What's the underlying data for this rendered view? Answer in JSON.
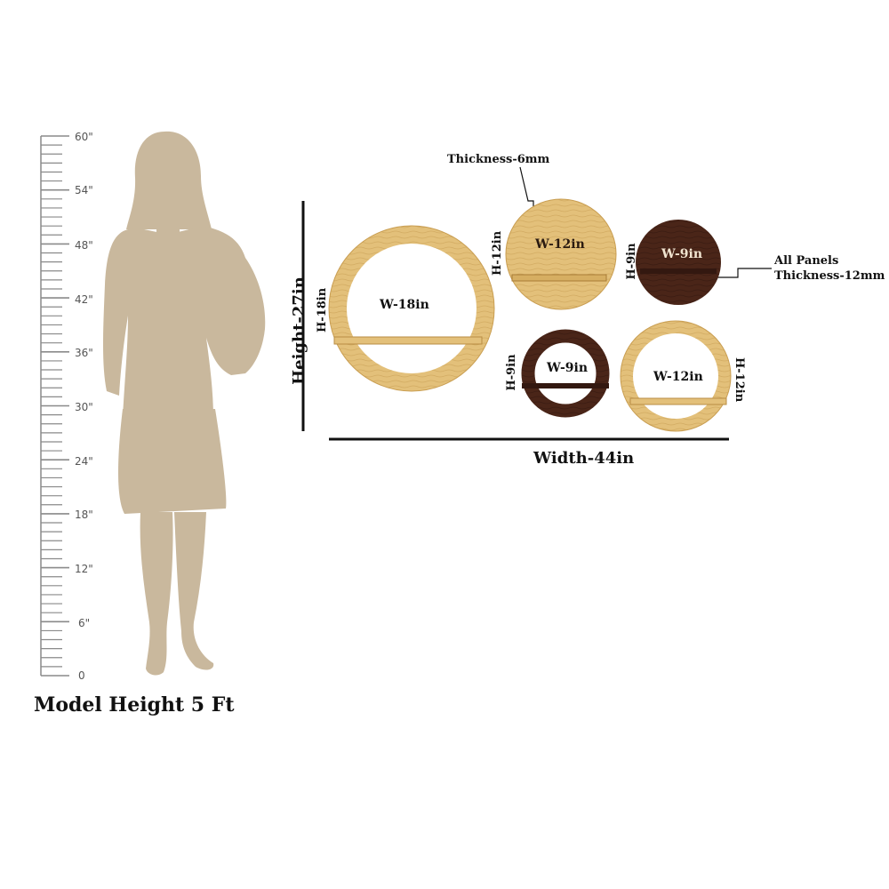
{
  "height_scale": {
    "unit_mark": "″",
    "labels": [
      "60\"",
      "54\"",
      "48\"",
      "42\"",
      "36\"",
      "30\"",
      "24\"",
      "18\"",
      "12\"",
      "6\"",
      "0"
    ]
  },
  "model": {
    "caption": "Model Height 5 Ft"
  },
  "overall": {
    "height_label": "Height-27in",
    "width_label": "Width-44in"
  },
  "panels": [
    {
      "name": "large-ring",
      "finish": "light oak",
      "width_label": "W-18in",
      "height_label": "H-18in"
    },
    {
      "name": "disc-12",
      "finish": "light oak",
      "width_label": "W-12in",
      "height_label": "H-12in"
    },
    {
      "name": "disc-9",
      "finish": "dark walnut",
      "width_label": "W-9in",
      "height_label": "H-9in"
    },
    {
      "name": "ring-9",
      "finish": "dark walnut",
      "width_label": "W-9in",
      "height_label": "H-9in"
    },
    {
      "name": "ring-12",
      "finish": "light oak",
      "width_label": "W-12in",
      "height_label": "H-12in"
    }
  ],
  "notes": {
    "thickness_top": "Thickness-6mm",
    "all_panels_line1": "All Panels",
    "all_panels_line2": "Thickness-12mm"
  },
  "colors": {
    "oak": "#e3c07a",
    "oak_dark": "#c99e52",
    "walnut": "#4a2518",
    "walnut_dark": "#331810",
    "silhouette": "#c9b89d",
    "scale": "#8a8a8a"
  }
}
